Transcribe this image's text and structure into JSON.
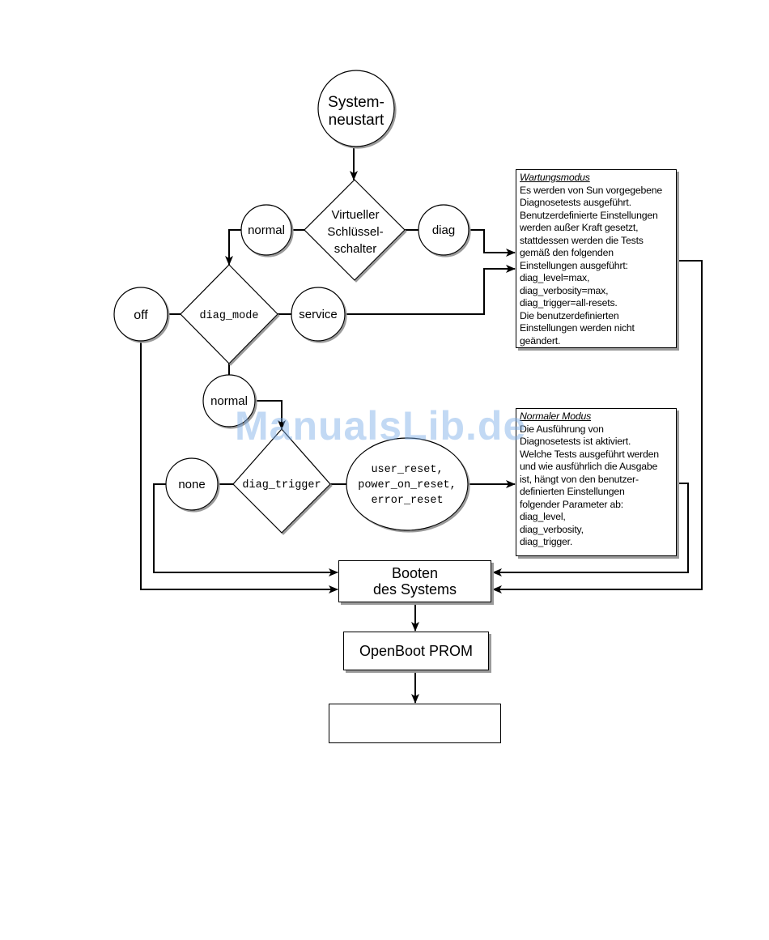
{
  "nodes": {
    "start": [
      "System-",
      "neustart"
    ],
    "key_switch": [
      "Virtueller",
      "Schlüssel-",
      "schalter"
    ],
    "key_normal": "normal",
    "key_diag": "diag",
    "diag_mode": "diag_mode",
    "off": "off",
    "service": "service",
    "mode_normal": "normal",
    "diag_trigger": "diag_trigger",
    "none": "none",
    "triggers": [
      "user_reset,",
      "power_on_reset,",
      "error_reset"
    ],
    "boot": [
      "Booten",
      "des Systems"
    ],
    "obp": "OpenBoot PROM",
    "last_box": ""
  },
  "notes": {
    "maintenance": {
      "title": "Wartungsmodus",
      "lines": [
        "Es werden von Sun vorgegebene",
        "Diagnosetests ausgeführt.",
        "Benutzerdefinierte Einstellungen",
        "werden außer Kraft gesetzt,",
        "stattdessen werden die Tests",
        "gemäß den folgenden",
        "Einstellungen ausgeführt:",
        "diag_level=max,",
        "diag_verbosity=max,",
        "diag_trigger=all-resets.",
        "Die benutzerdefinierten",
        "Einstellungen werden nicht",
        "geändert."
      ]
    },
    "normal": {
      "title": "Normaler Modus",
      "lines": [
        "Die Ausführung von",
        "Diagnosetests ist aktiviert.",
        "Welche Tests ausgeführt werden",
        "und wie ausführlich die Ausgabe",
        "ist, hängt von den benutzer-",
        "definierten Einstellungen",
        "folgender Parameter ab:",
        "diag_level,",
        "diag_verbosity,",
        "diag_trigger."
      ]
    }
  },
  "watermark": "ManualsLib.de"
}
